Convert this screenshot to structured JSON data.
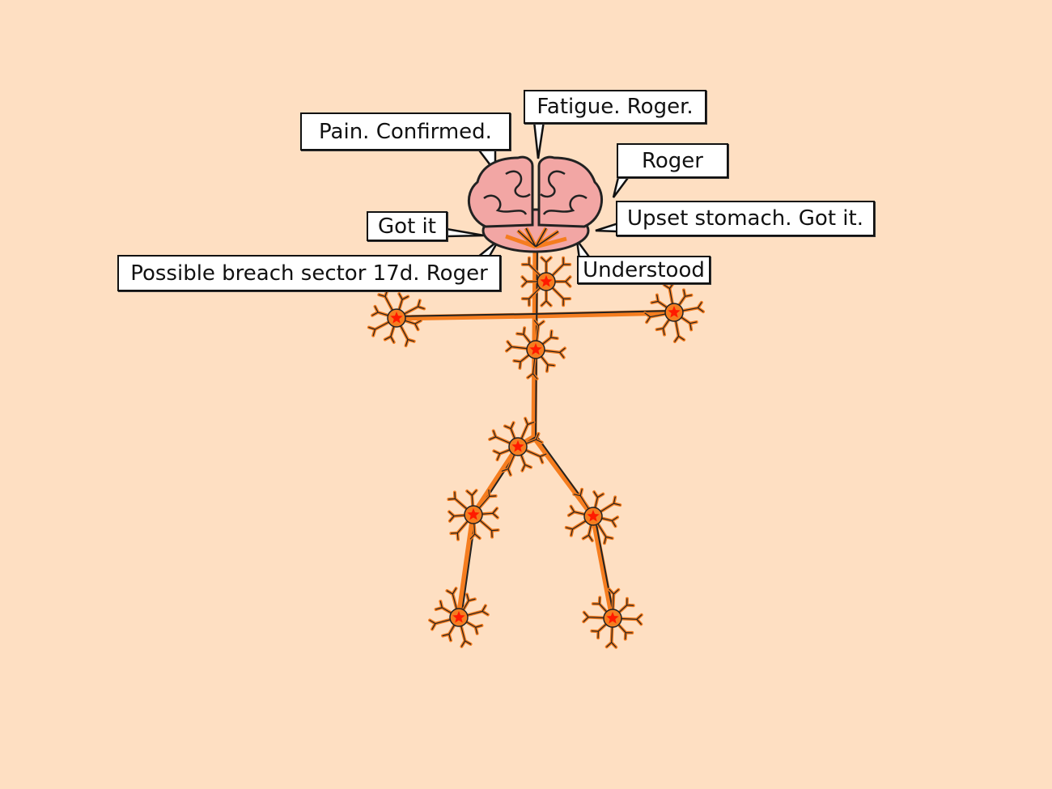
{
  "bubbles": {
    "pain": "Pain. Confirmed.",
    "fatigue": "Fatigue. Roger.",
    "roger": "Roger",
    "stomach": "Upset stomach. Got it.",
    "understood": "Understood",
    "got_it": "Got it",
    "breach": "Possible breach sector 17d. Roger"
  },
  "colors": {
    "background": "#fedfc2",
    "brain": "#f2a6a4",
    "nerve": "#f57d1f",
    "neuron_core": "#ff1a00"
  }
}
